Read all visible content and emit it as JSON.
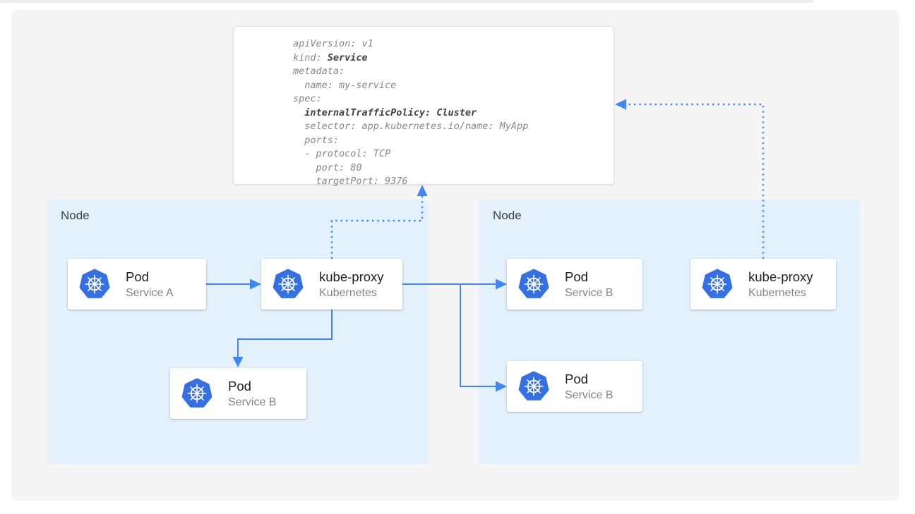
{
  "colors": {
    "accent-blue": "#4285F4",
    "k8s-blue": "#3470E4",
    "node-bg": "#E3F1FC",
    "panel-bg": "#F5F5F6",
    "card-title": "#212121",
    "muted-text": "#80868B",
    "code-text": "#85878A",
    "code-bold": "#3F4245",
    "node-label": "#3C4043",
    "yaml-border": "#DDDEE0",
    "topstrip": "#EBECEE"
  },
  "yaml_panel": {
    "lines": [
      [
        {
          "t": "apiVersion: v1",
          "b": false
        }
      ],
      [
        {
          "t": "kind: ",
          "b": false
        },
        {
          "t": "Service",
          "b": true
        }
      ],
      [
        {
          "t": "metadata:",
          "b": false
        }
      ],
      [
        {
          "t": "  name: my-service",
          "b": false
        }
      ],
      [
        {
          "t": "spec:",
          "b": false
        }
      ],
      [
        {
          "t": "  ",
          "b": false
        },
        {
          "t": "internalTrafficPolicy: Cluster",
          "b": true
        }
      ],
      [
        {
          "t": "  selector: app.kubernetes.io/name: MyApp",
          "b": false
        }
      ],
      [
        {
          "t": "  ports:",
          "b": false
        }
      ],
      [
        {
          "t": "  - protocol: TCP",
          "b": false
        }
      ],
      [
        {
          "t": "    port: 80",
          "b": false
        }
      ],
      [
        {
          "t": "    targetPort: 9376",
          "b": false
        }
      ]
    ]
  },
  "nodes": {
    "left": {
      "label": "Node"
    },
    "right": {
      "label": "Node"
    }
  },
  "cards": {
    "pod_service_a": {
      "title": "Pod",
      "subtitle": "Service A"
    },
    "kube_proxy_left": {
      "title": "kube-proxy",
      "subtitle": "Kubernetes"
    },
    "pod_service_b_left": {
      "title": "Pod",
      "subtitle": "Service B"
    },
    "pod_service_b_right_top": {
      "title": "Pod",
      "subtitle": "Service B"
    },
    "pod_service_b_right_bottom": {
      "title": "Pod",
      "subtitle": "Service B"
    },
    "kube_proxy_right": {
      "title": "kube-proxy",
      "subtitle": "Kubernetes"
    }
  }
}
